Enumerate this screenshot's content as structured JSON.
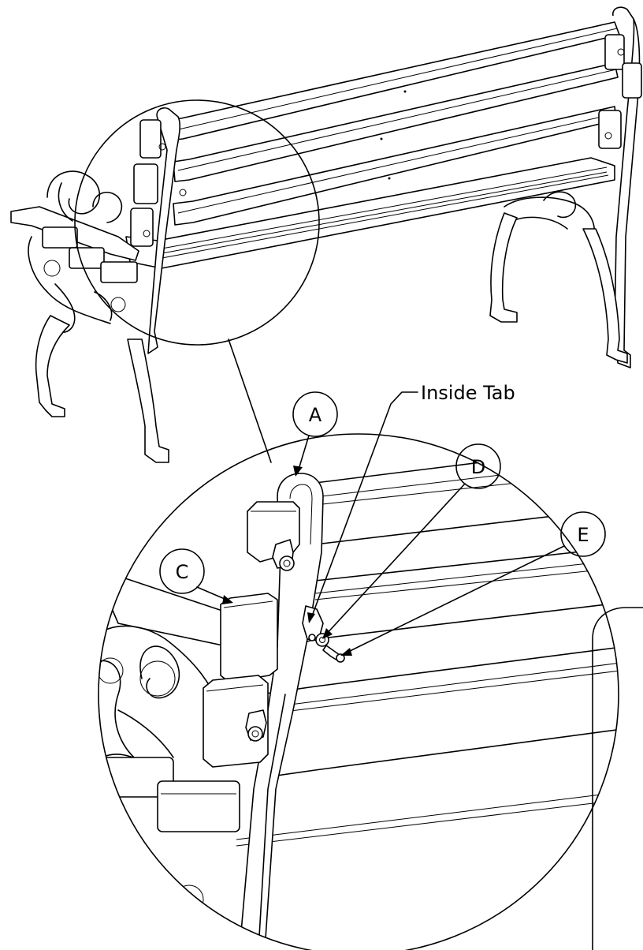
{
  "callouts": {
    "a": "A",
    "c": "C",
    "d": "D",
    "e": "E",
    "inside_tab": "Inside Tab"
  }
}
